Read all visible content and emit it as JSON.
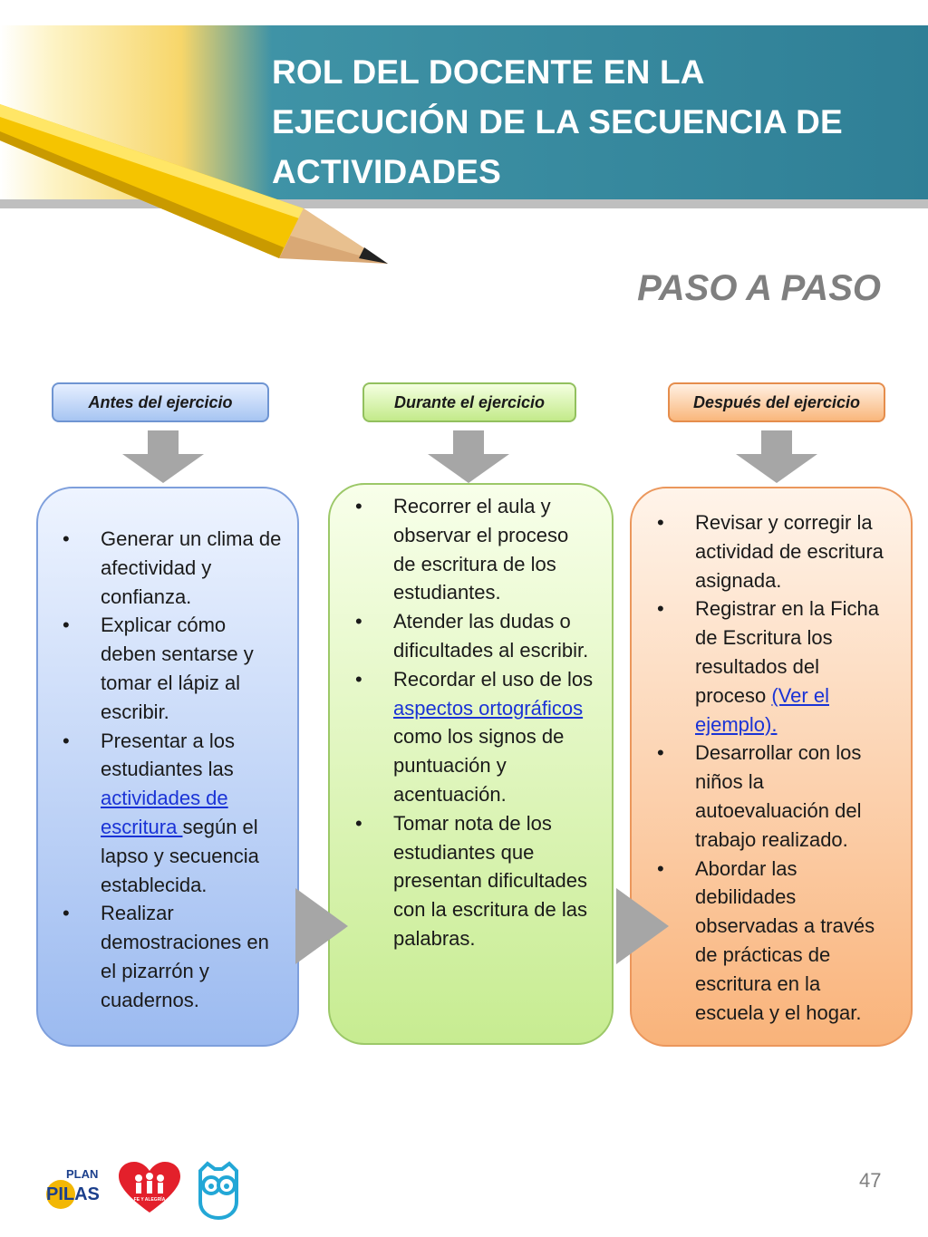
{
  "header": {
    "title_line1": "ROL DEL DOCENTE EN LA",
    "title_line2": "EJECUCIÓN DE LA SECUENCIA DE",
    "title_line3": "ACTIVIDADES"
  },
  "subtitle": "PASO A PASO",
  "stages": {
    "antes": {
      "label": "Antes del ejercicio",
      "items": [
        "Generar un clima de afectividad y confianza.",
        "Explicar cómo deben sentarse y tomar el lápiz al escribir.",
        {
          "before": "Presentar a los estudiantes las ",
          "link": "actividades de escritura ",
          "after": "según el lapso y secuencia establecida."
        },
        "Realizar demostraciones en el pizarrón y cuadernos."
      ]
    },
    "durante": {
      "label": "Durante el ejercicio",
      "items": [
        "Recorrer el aula y observar el proceso de escritura de los estudiantes.",
        "Atender las dudas o dificultades al escribir.",
        {
          "before": "Recordar el uso de los ",
          "link": "aspectos ortográficos ",
          "after": "como los signos de puntuación y acentuación."
        },
        "Tomar nota de los estudiantes que presentan dificultades con la escritura de las palabras."
      ]
    },
    "despues": {
      "label": "Después del ejercicio",
      "items": [
        "Revisar y corregir la actividad de escritura asignada.",
        {
          "before": "Registrar en la Ficha de Escritura los resultados del proceso ",
          "link": "(Ver el ejemplo).",
          "after": ""
        },
        "Desarrollar con los niños la autoevaluación del trabajo realizado.",
        "Abordar las debilidades observadas a través de prácticas de escritura en la escuela y el hogar."
      ]
    }
  },
  "footer": {
    "logo1_line1": "PLAN",
    "logo1_line2": "PILAS",
    "logo2_text": "FE Y ALEGRÍA",
    "page_number": "47"
  },
  "colors": {
    "header_teal": "#2f7f96",
    "link_blue": "#1a33d6",
    "antes_blue": "#9bbaf0",
    "durante_green": "#c7ec91",
    "despues_orange": "#f9b37a",
    "arrow_gray": "#a6a6a6"
  }
}
